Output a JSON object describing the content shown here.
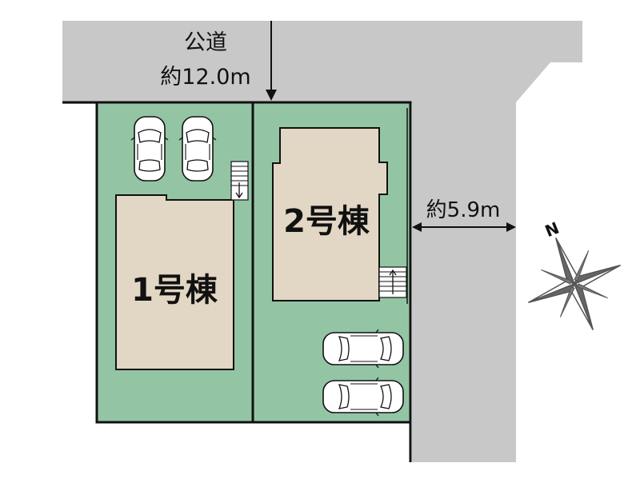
{
  "roads": {
    "north": {
      "name": "公道",
      "width_label": "約12.0m"
    },
    "east": {
      "width_label": "約5.9m"
    }
  },
  "buildings": [
    {
      "label": "1号棟"
    },
    {
      "label": "2号棟"
    }
  ],
  "compass": {
    "label": "N"
  },
  "colors": {
    "road": "#c8c8c8",
    "lot": "#93c5a4",
    "building": "#e2d6c4",
    "outline": "#111111"
  },
  "icons": [
    "car-icon",
    "stairs-icon",
    "compass-icon"
  ]
}
